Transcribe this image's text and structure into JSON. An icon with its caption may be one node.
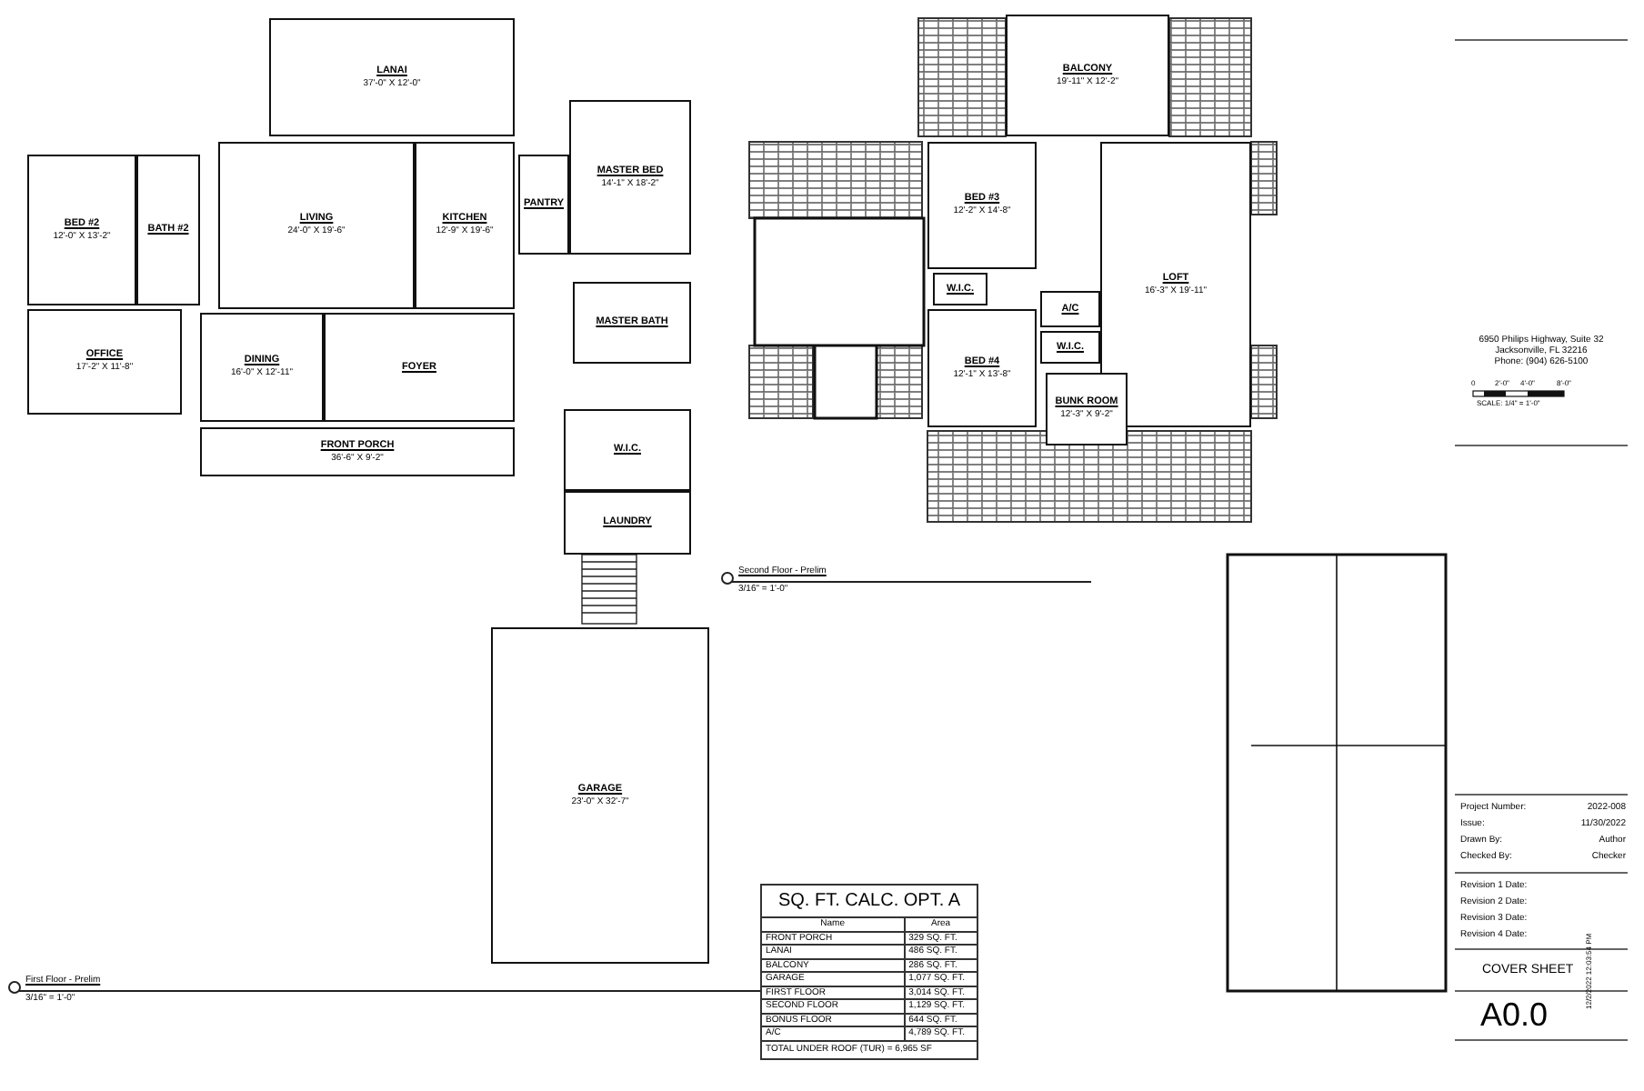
{
  "diagram": {
    "nodes": [
      {
        "text": [
          "LANAI",
          "37'-0\" X 12'-0\""
        ]
      },
      {
        "text": [
          "BED #2",
          "12'-0\" X 13'-2\""
        ]
      },
      {
        "text": [
          "BATH #2"
        ]
      },
      {
        "text": [
          "LIVING",
          "24'-0\" X 19'-6\""
        ]
      },
      {
        "text": [
          "KITCHEN",
          "12'-9\" X 19'-6\""
        ]
      },
      {
        "text": [
          "PANTRY"
        ]
      },
      {
        "text": [
          "MASTER BED",
          "14'-1\" X 18'-2\""
        ]
      },
      {
        "text": [
          "OFFICE",
          "17'-2\" X 11'-8\""
        ]
      },
      {
        "text": [
          "DINING",
          "16'-0\" X 12'-11\""
        ]
      },
      {
        "text": [
          "FOYER"
        ]
      },
      {
        "text": [
          "MASTER BATH"
        ]
      },
      {
        "text": [
          "FRONT PORCH",
          "36'-6\" X 9'-2\""
        ]
      },
      {
        "text": [
          "W.I.C."
        ]
      },
      {
        "text": [
          "LAUNDRY"
        ]
      },
      {
        "text": [
          "GARAGE",
          "23'-0\" X 32'-7\""
        ]
      },
      {
        "text": [
          "BALCONY",
          "19'-11\" X 12'-2\""
        ]
      },
      {
        "text": [
          "BED #3",
          "12'-2\" X 14'-8\""
        ]
      },
      {
        "text": [
          "LOFT",
          "16'-3\" X 19'-11\""
        ]
      },
      {
        "text": [
          "W.I.C."
        ]
      },
      {
        "text": [
          "A/C"
        ]
      },
      {
        "text": [
          "BED #4",
          "12'-1\" X 13'-8\""
        ]
      },
      {
        "text": [
          "W.I.C."
        ]
      },
      {
        "text": [
          "BUNK ROOM",
          "12'-3\" X 9'-2\""
        ]
      }
    ],
    "labels": [
      "First Floor - Prelim",
      "3/16\" = 1'-0\"",
      "Second Floor - Prelim",
      "3/16\" = 1'-0\"",
      "SQ. FT. CALC. OPT. A",
      "Name",
      "Area",
      "FRONT PORCH",
      "329 SQ. FT.",
      "LANAI",
      "486 SQ. FT.",
      "BALCONY",
      "286 SQ. FT.",
      "GARAGE",
      "1,077 SQ. FT.",
      "FIRST FLOOR",
      "3,014 SQ. FT.",
      "SECOND FLOOR",
      "1,129 SQ. FT.",
      "BONUS FLOOR",
      "644 SQ. FT.",
      "A/C",
      "4,789 SQ. FT.",
      "TOTAL UNDER ROOF (TUR) = 6,965 SF",
      "6950 Philips Highway, Suite 32",
      "Jacksonville, FL 32216",
      "Phone: (904) 626-5100",
      "0",
      "2'-0\"",
      "4'-0\"",
      "8'-0\"",
      "SCALE: 1/4\" = 1'-0\"",
      "Project Number:",
      "2022-008",
      "Issue:",
      "11/30/2022",
      "Drawn By:",
      "Author",
      "Checked By:",
      "Checker",
      "Revision 1 Date:",
      "Revision 2 Date:",
      "Revision 3 Date:",
      "Revision 4 Date:",
      "COVER SHEET",
      "A0.0",
      "12/2/2022 12:03:54 PM"
    ]
  }
}
